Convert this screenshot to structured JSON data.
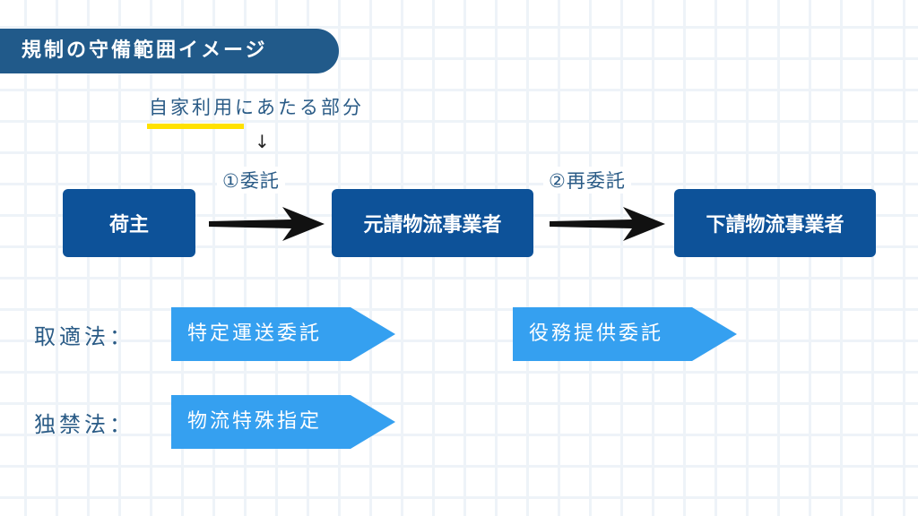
{
  "title": "規制の守備範囲イメージ",
  "note": {
    "text": "自家利用にあたる部分",
    "arrow": "↓"
  },
  "flow": {
    "nodes": [
      "荷主",
      "元請物流事業者",
      "下請物流事業者"
    ],
    "edges": [
      "①委託",
      "②再委託"
    ]
  },
  "laws": [
    {
      "name": "取適法：",
      "tags": [
        "特定運送委託",
        "役務提供委託"
      ]
    },
    {
      "name": "独禁法：",
      "tags": [
        "物流特殊指定"
      ]
    }
  ],
  "colors": {
    "header": "#215a8a",
    "node": "#0d5299",
    "tag": "#35a0f0",
    "highlight": "#ffe100"
  }
}
